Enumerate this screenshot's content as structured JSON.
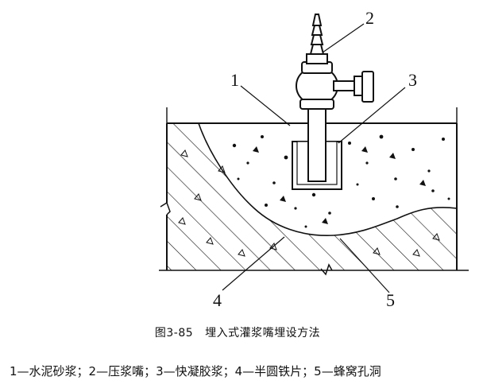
{
  "figure": {
    "labels": {
      "l1": "1",
      "l2": "2",
      "l3": "3",
      "l4": "4",
      "l5": "5"
    }
  },
  "caption": {
    "number": "图3-85",
    "title": "埋入式灌浆嘴埋设方法"
  },
  "legend": "1—水泥砂浆；2—压浆嘴；3—快凝胶浆；4—半圆铁片；5—蜂窝孔洞",
  "colors": {
    "ink": "#111111",
    "background": "#ffffff"
  }
}
